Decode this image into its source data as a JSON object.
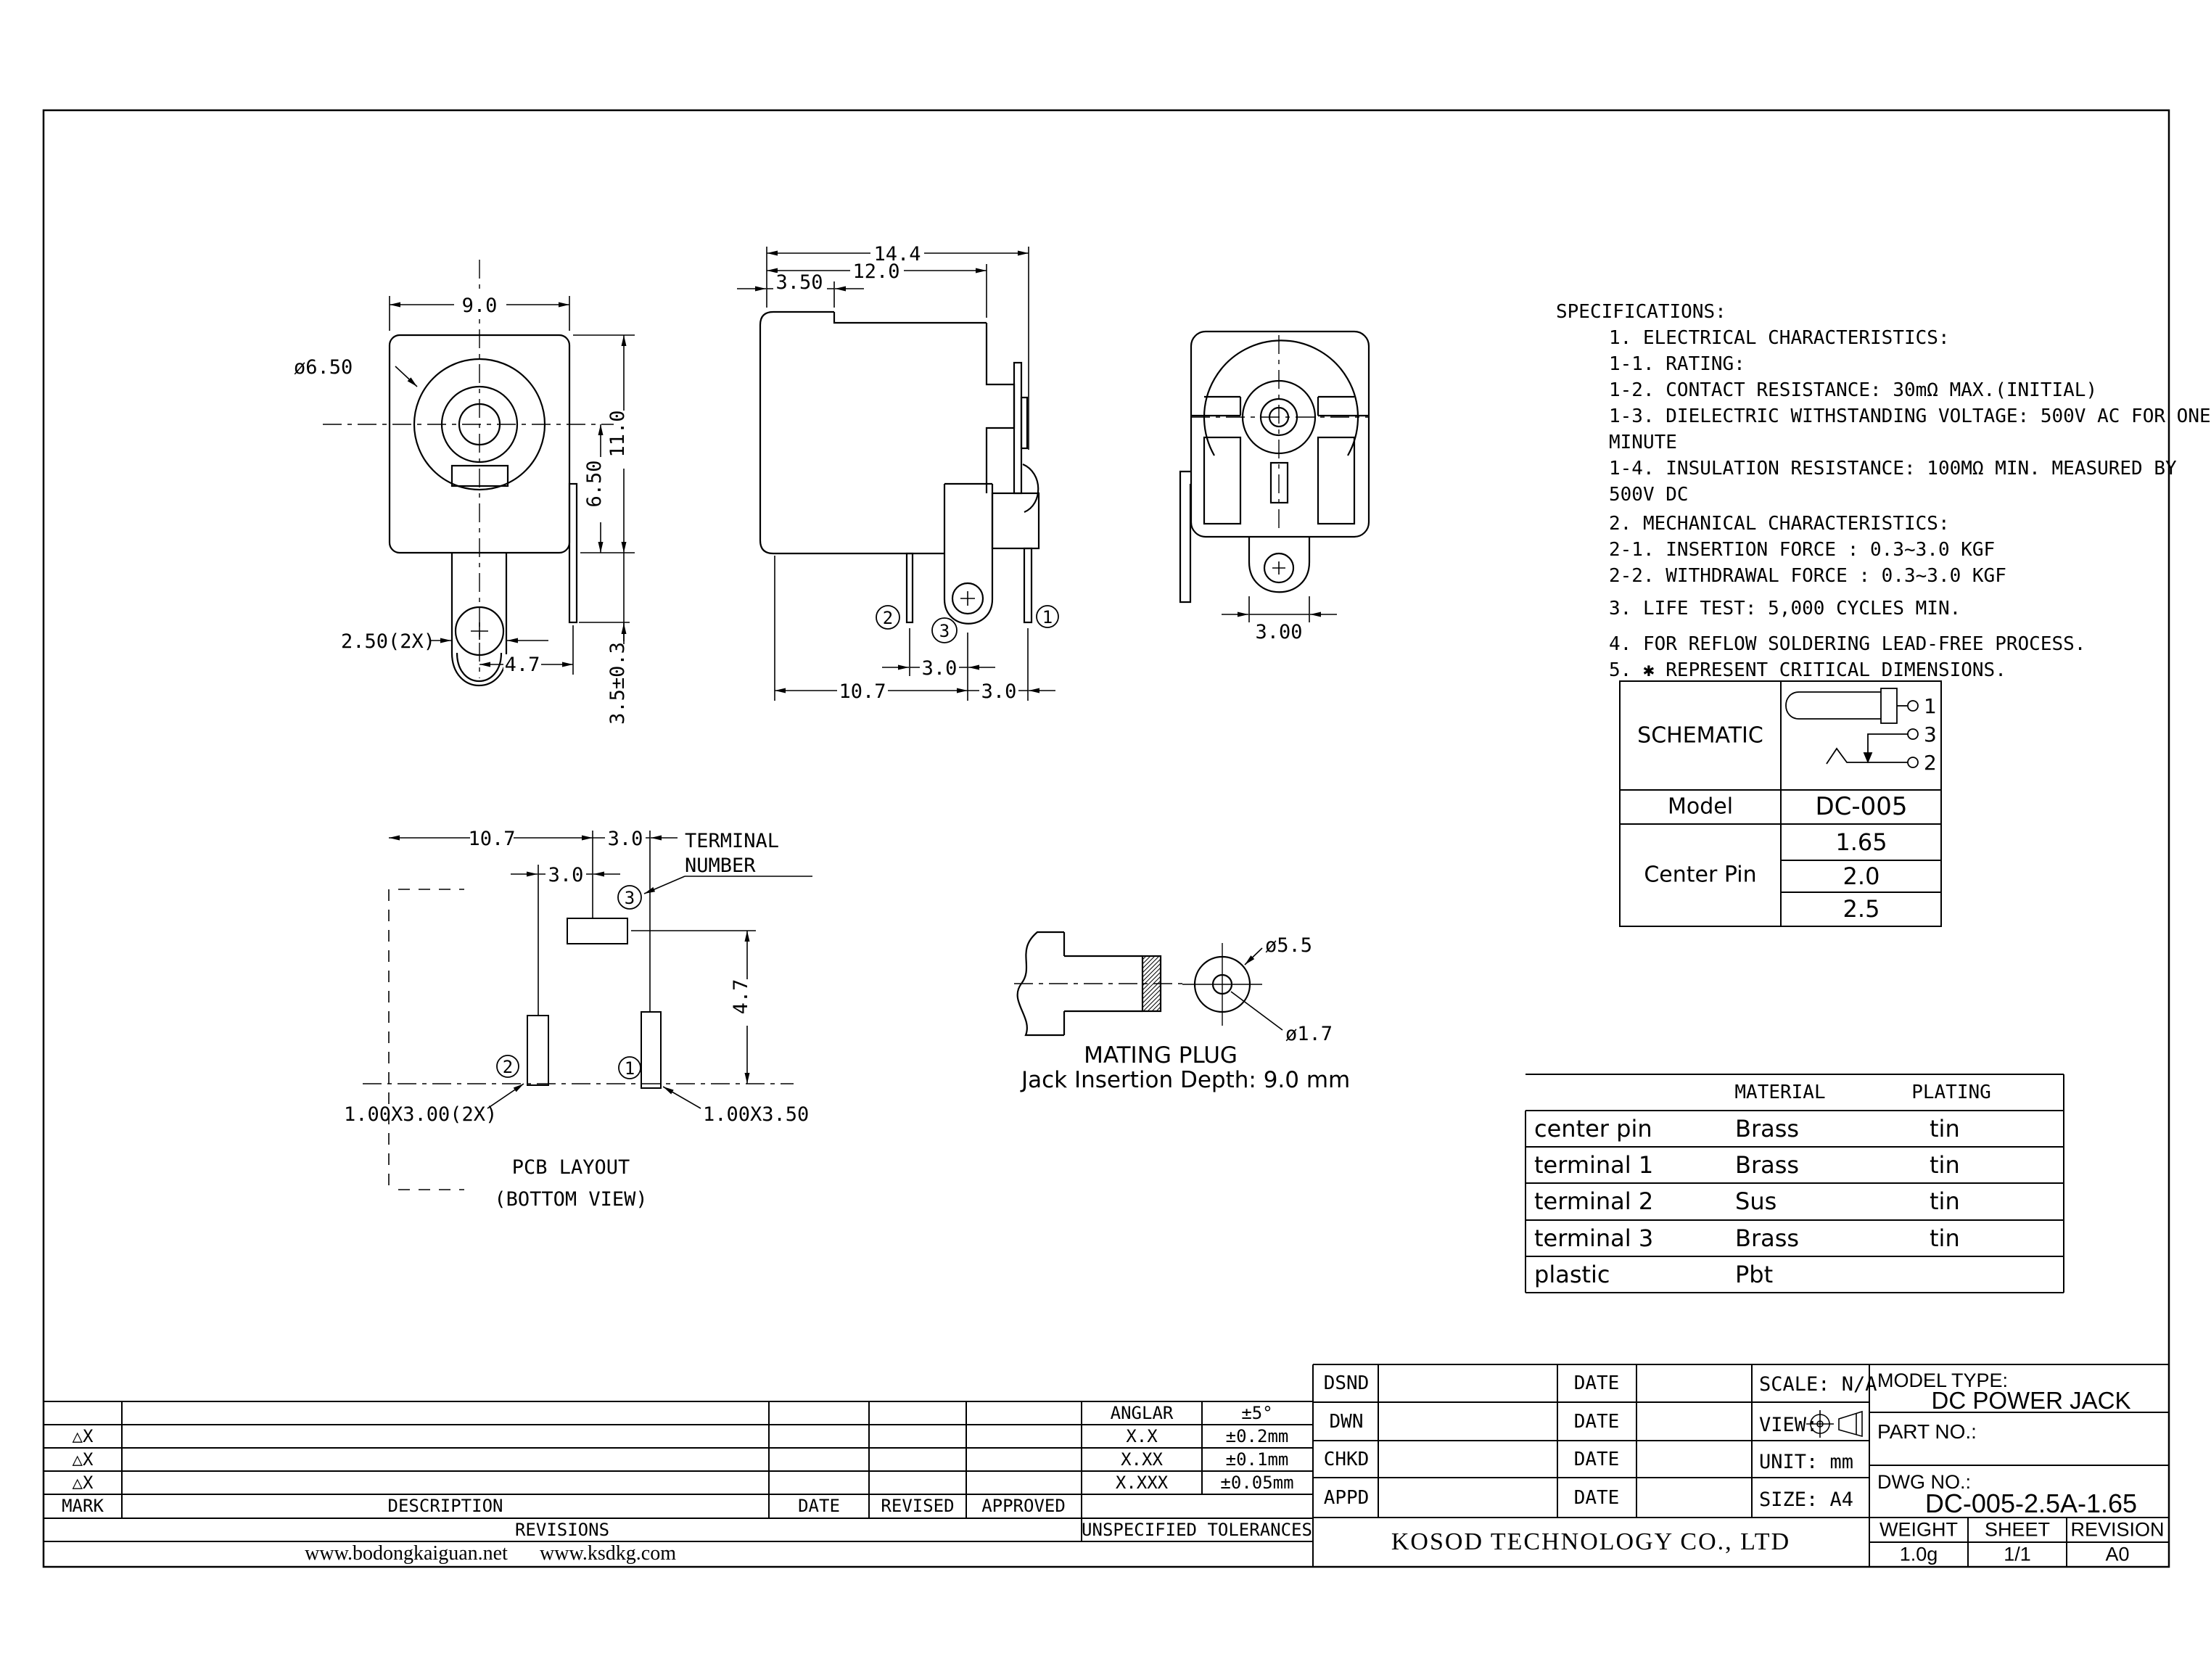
{
  "specs": {
    "title": "SPECIFICATIONS:",
    "lines": [
      "1. ELECTRICAL CHARACTERISTICS:",
      "  1-1. RATING:",
      "  1-2. CONTACT RESISTANCE: 30mΩ MAX.(INITIAL)",
      "  1-3. DIELECTRIC WITHSTANDING VOLTAGE: 500V AC FOR ONE MINUTE",
      "  1-4. INSULATION RESISTANCE: 100MΩ MIN. MEASURED BY 500V DC",
      "2. MECHANICAL CHARACTERISTICS:",
      "  2-1. INSERTION FORCE : 0.3~3.0 KGF",
      "  2-2. WITHDRAWAL FORCE : 0.3~3.0 KGF",
      "3. LIFE TEST: 5,000 CYCLES MIN.",
      "4. FOR REFLOW SOLDERING LEAD-FREE PROCESS.",
      "5. ✱ REPRESENT CRITICAL DIMENSIONS."
    ]
  },
  "front": {
    "w": "9.0",
    "dia": "ø6.50",
    "h": "11.0",
    "ch": "6.50",
    "pin": "2.50(2X)",
    "off": "4.7",
    "side": "3.5±0.3"
  },
  "side": {
    "total": "14.4",
    "body": "12.0",
    "lip": "3.50",
    "d23": "3.0",
    "d10": "10.7",
    "d31": "3.0",
    "t1": "1",
    "t2": "2",
    "t3": "3"
  },
  "rear": {
    "pin": "3.00"
  },
  "pcb": {
    "d10": "10.7",
    "d23": "3.0",
    "d31": "3.0",
    "dv": "4.7",
    "tn1": "TERMINAL",
    "tn2": "NUMBER",
    "pad2_label": "1.00X3.00(2X)",
    "pad1_label": "1.00X3.50",
    "cap1": "PCB LAYOUT",
    "cap2": "(BOTTOM VIEW)",
    "t1": "1",
    "t2": "2",
    "t3": "3"
  },
  "plug": {
    "dia_outer": "ø5.5",
    "dia_inner": "ø1.7",
    "cap": "MATING PLUG",
    "depth": "Jack Insertion Depth: 9.0 mm"
  },
  "schematic": {
    "title": "SCHEMATIC",
    "p1": "1",
    "p2": "2",
    "p3": "3",
    "model_label": "Model",
    "model": "DC-005",
    "cp_label": "Center Pin",
    "cp": [
      "1.65",
      "2.0",
      "2.5"
    ]
  },
  "material": {
    "h_material": "MATERIAL",
    "h_plating": "PLATING",
    "rows": [
      {
        "part": "center pin",
        "mat": "Brass",
        "plate": "tin"
      },
      {
        "part": "terminal 1",
        "mat": "Brass",
        "plate": "tin"
      },
      {
        "part": "terminal 2",
        "mat": "Sus",
        "plate": "tin"
      },
      {
        "part": "terminal 3",
        "mat": "Brass",
        "plate": "tin"
      },
      {
        "part": "plastic",
        "mat": "Pbt",
        "plate": ""
      }
    ]
  },
  "tb": {
    "tol": [
      {
        "mark": "",
        "size": "ANGLAR",
        "val": "±5°"
      },
      {
        "mark": "△X",
        "size": "X.X",
        "val": "±0.2mm"
      },
      {
        "mark": "△X",
        "size": "X.XX",
        "val": "±0.1mm"
      },
      {
        "mark": "△X",
        "size": "X.XXX",
        "val": "±0.05mm"
      }
    ],
    "mark": "MARK",
    "description": "DESCRIPTION",
    "date": "DATE",
    "revised": "REVISED",
    "approved": "APPROVED",
    "revisions": "REVISIONS",
    "unspec": "UNSPECIFIED TOLERANCES",
    "web1": "www.bodongkaiguan.net",
    "web2": "www.ksdkg.com",
    "roles": [
      "DSND",
      "DWN",
      "CHKD",
      "APPD"
    ],
    "scale": "SCALE: N/A",
    "view": "VIEW:",
    "unit": "UNIT: mm",
    "size": "SIZE: A4",
    "company": "KOSOD TECHNOLOGY CO., LTD",
    "model_type_label": "MODEL TYPE:",
    "model_type": "DC POWER JACK",
    "part_no": "PART NO.:",
    "dwg_label": "DWG NO.:",
    "dwg_no": "DC-005-2.5A-1.65",
    "weight_label": "WEIGHT",
    "sheet_label": "SHEET",
    "rev_label": "REVISION",
    "weight": "1.0g",
    "sheet": "1/1",
    "revision": "A0"
  }
}
